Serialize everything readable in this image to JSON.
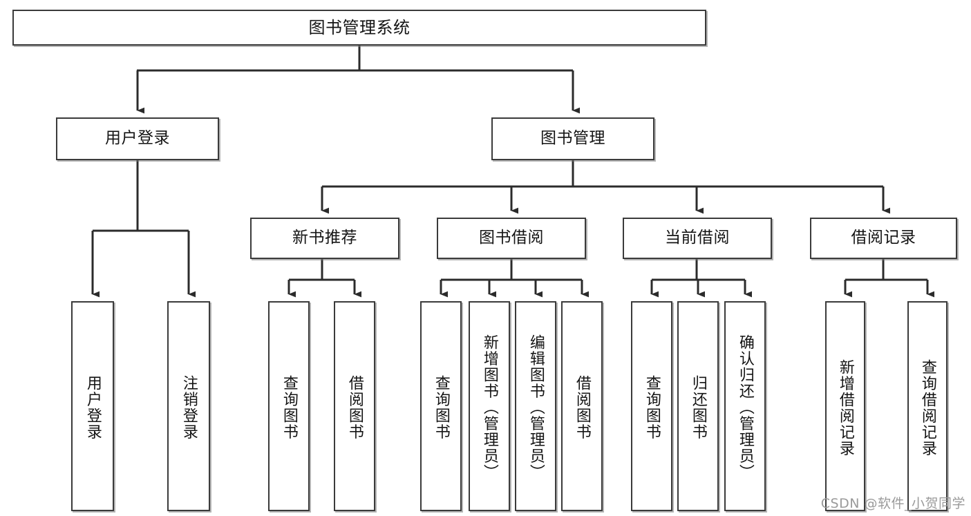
{
  "diagram": {
    "title": "图书管理系统",
    "watermark": "CSDN @软件_小贺同学",
    "line_color": "#3a3a3a",
    "box_fill": "#ffffff",
    "text_color": "#141414",
    "watermark_color": "#9a9a9a"
  },
  "nodes": {
    "root": {
      "label": "图书管理系统"
    },
    "level2": [
      {
        "label": "用户登录"
      },
      {
        "label": "图书管理"
      }
    ],
    "level3": [
      {
        "label": "新书推荐"
      },
      {
        "label": "图书借阅"
      },
      {
        "label": "当前借阅"
      },
      {
        "label": "借阅记录"
      }
    ],
    "leaves_user_login": [
      {
        "label": "用户登录"
      },
      {
        "label": "注销登录"
      }
    ],
    "leaves_new_books": [
      {
        "label": "查询图书"
      },
      {
        "label": "借阅图书"
      }
    ],
    "leaves_borrow": [
      {
        "label": "查询图书"
      },
      {
        "label": "新增图书（管理员）"
      },
      {
        "label": "编辑图书（管理员）"
      },
      {
        "label": "借阅图书"
      }
    ],
    "leaves_current": [
      {
        "label": "查询图书"
      },
      {
        "label": "归还图书"
      },
      {
        "label": "确认归还（管理员）"
      }
    ],
    "leaves_records": [
      {
        "label": "新增借阅记录"
      },
      {
        "label": "查询借阅记录"
      }
    ]
  }
}
